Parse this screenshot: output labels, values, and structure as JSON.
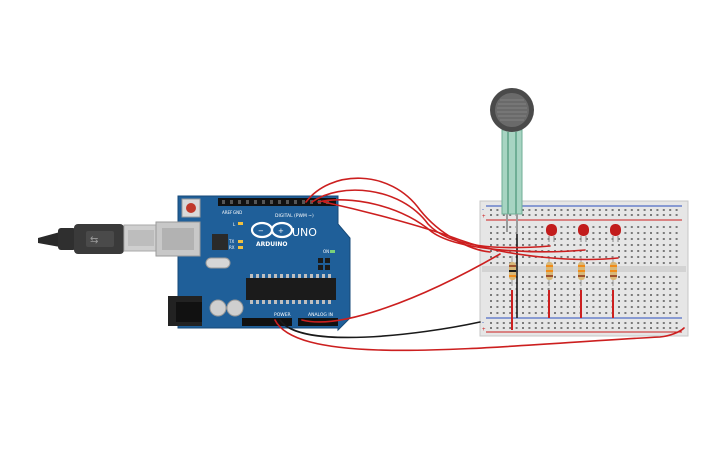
{
  "board": {
    "brand": "ARDUINO",
    "model": "UNO",
    "digital_label": "DIGITAL (PWM ~)",
    "power_label": "POWER",
    "analog_label": "ANALOG IN",
    "aref_label": "AREF",
    "gnd_label": "GND",
    "tx_label": "TX",
    "rx_label": "RX",
    "led_label": "L",
    "on_label": "ON"
  },
  "breadboard": {
    "rail_minus": "-",
    "rail_plus": "+"
  },
  "colors": {
    "board": "#1f5f99",
    "wire_red": "#cc1f1f",
    "wire_black": "#1a1a1a",
    "led": "#c21c1c",
    "sensor_lead": "#8ec9b2",
    "breadboard": "#e6e6e6"
  },
  "components": {
    "led_count": 3,
    "resistor_count": 4,
    "sensor": "force-sensitive-resistor"
  }
}
